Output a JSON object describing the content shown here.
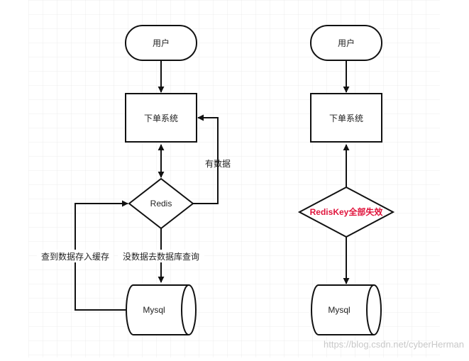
{
  "left": {
    "user": "用户",
    "order_system": "下单系统",
    "redis": "Redis",
    "mysql": "Mysql",
    "edge_has_data": "有数据",
    "edge_store_cache": "查到数据存入缓存",
    "edge_query_db": "没数据去数据库查询"
  },
  "right": {
    "user": "用户",
    "order_system": "下单系统",
    "redis_failed": "RedisKey全部失效",
    "mysql": "Mysql"
  },
  "watermark": "https://blog.csdn.net/cyberHerman",
  "colors": {
    "stroke": "#111111",
    "highlight": "#e0143c",
    "grid": "#e6e6e6"
  }
}
